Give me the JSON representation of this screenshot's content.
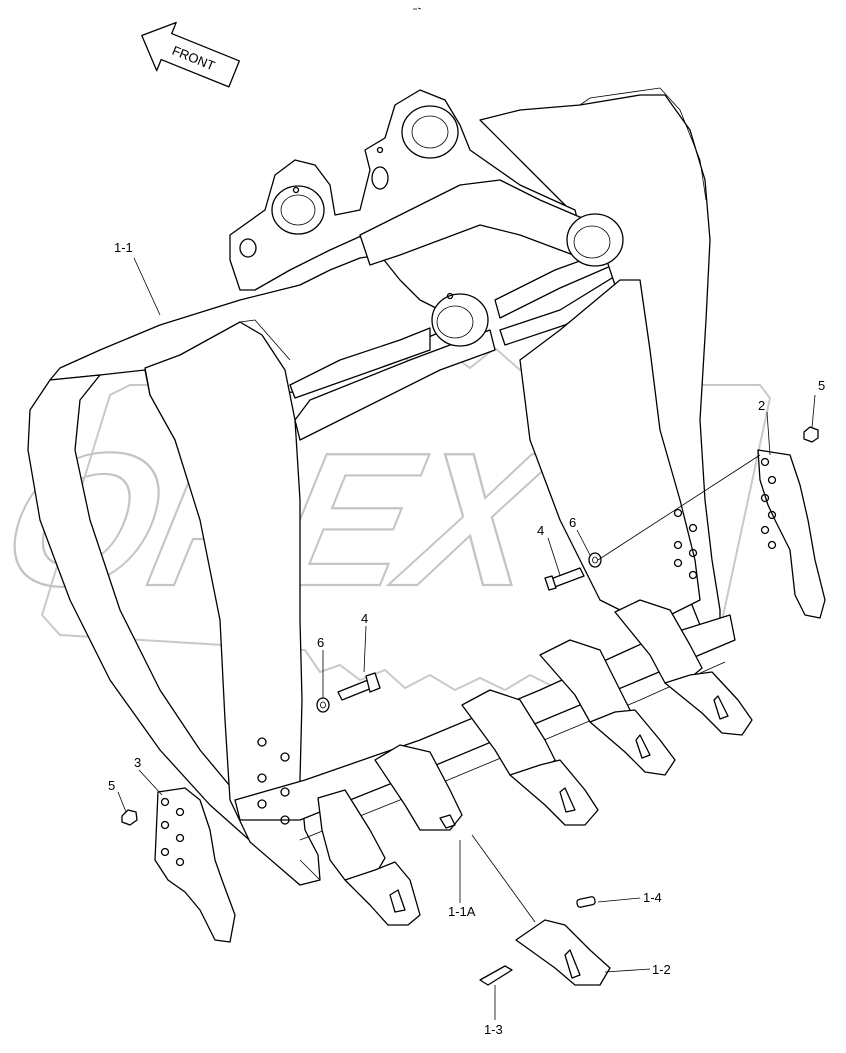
{
  "diagram": {
    "front_arrow_label": "FRONT",
    "watermark_text": "OPEX",
    "part_labels": {
      "p1_1": "1-1",
      "p1_1a": "1-1A",
      "p1_2": "1-2",
      "p1_3": "1-3",
      "p1_4": "1-4",
      "p2": "2",
      "p3": "3",
      "p4_right": "4",
      "p4_left": "4",
      "p5_right": "5",
      "p5_left": "5",
      "p6_right": "6",
      "p6_left": "6"
    }
  }
}
